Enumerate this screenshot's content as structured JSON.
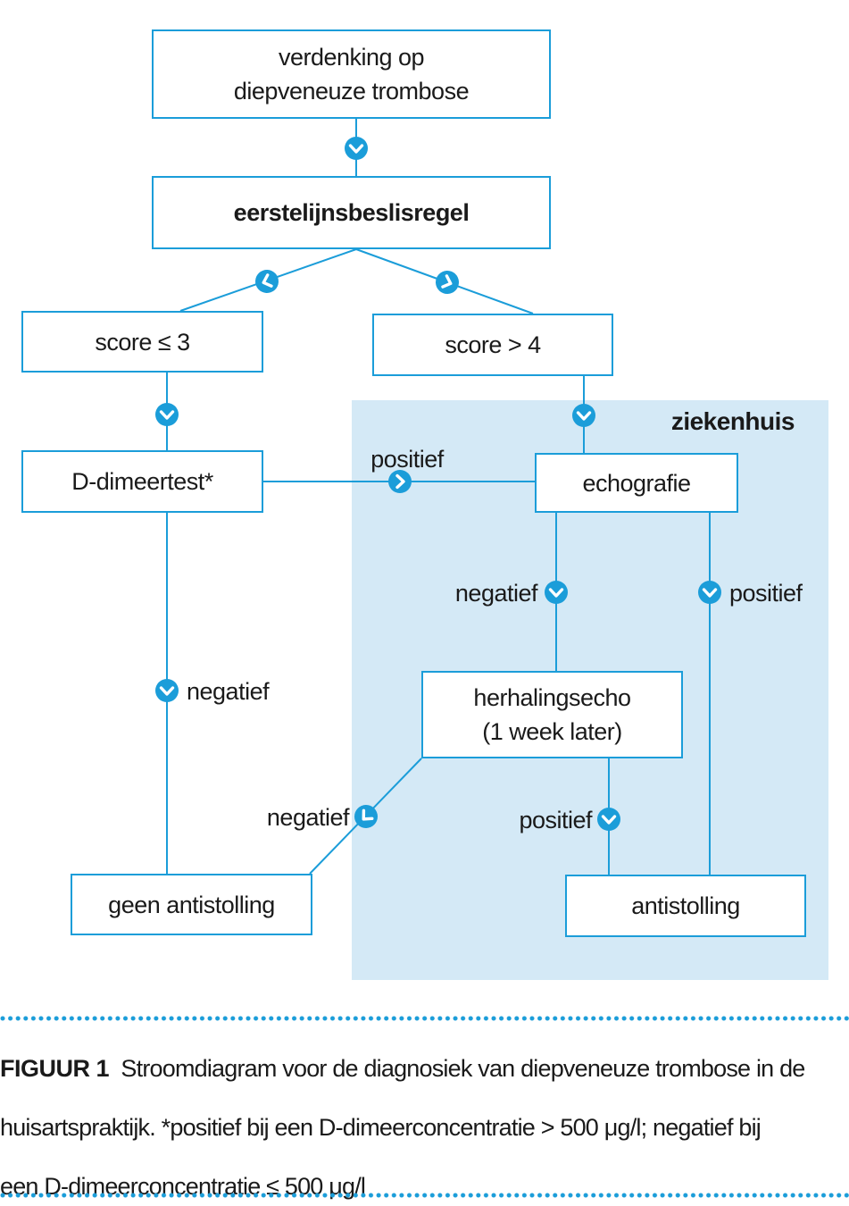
{
  "flowchart": {
    "region_label": "ziekenhuis",
    "nodes": {
      "verdenking": "verdenking op\ndiepveneuze trombose",
      "beslisregel": "eerstelijnsbeslisregel",
      "score_low": "score ≤ 3",
      "score_high": "score > 4",
      "ddimeer": "D-dimeertest*",
      "echografie": "echografie",
      "herhalingsecho": "herhalingsecho\n(1 week later)",
      "geen_antistolling": "geen antistolling",
      "antistolling": "antistolling"
    },
    "edges": {
      "ddimeer_positief": "positief",
      "ddimeer_negatief": "negatief",
      "echo_negatief": "negatief",
      "echo_positief": "positief",
      "herhaling_negatief": "negatief",
      "herhaling_positief": "positief"
    },
    "colors": {
      "accent": "#1b9dd9",
      "region_fill": "#d4e9f6",
      "text": "#1a1a1a"
    }
  },
  "caption": {
    "figure_label": "FIGUUR 1",
    "line1": "Stroomdiagram voor de diagnosiek van diepveneuze trombose in de",
    "line2": "huisartspraktijk. *positief bij een D-dimeerconcentratie > 500 μg/l; negatief bij",
    "line3": "een D-dimeerconcentratie ≤ 500 μg/l"
  }
}
